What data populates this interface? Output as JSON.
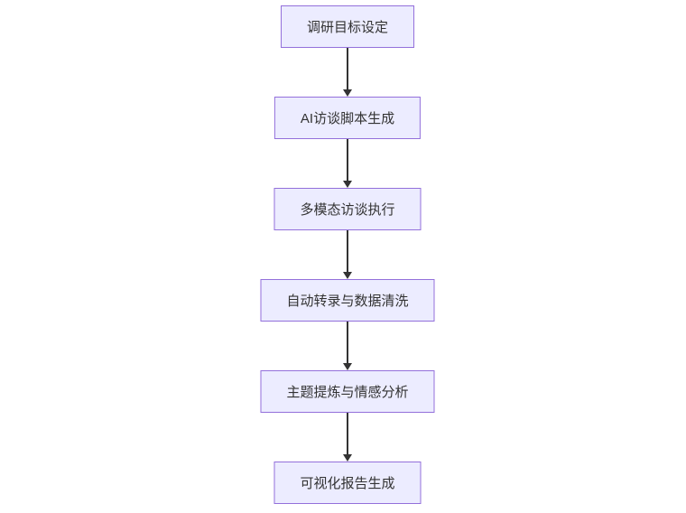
{
  "diagram": {
    "type": "flowchart",
    "direction": "top-down",
    "nodes": [
      {
        "id": "step-1",
        "label": "调研目标设定"
      },
      {
        "id": "step-2",
        "label": "AI访谈脚本生成"
      },
      {
        "id": "step-3",
        "label": "多模态访谈执行"
      },
      {
        "id": "step-4",
        "label": "自动转录与数据清洗"
      },
      {
        "id": "step-5",
        "label": "主题提炼与情感分析"
      },
      {
        "id": "step-6",
        "label": "可视化报告生成"
      }
    ],
    "edges": [
      {
        "from": "step-1",
        "to": "step-2"
      },
      {
        "from": "step-2",
        "to": "step-3"
      },
      {
        "from": "step-3",
        "to": "step-4"
      },
      {
        "from": "step-4",
        "to": "step-5"
      },
      {
        "from": "step-5",
        "to": "step-6"
      }
    ],
    "colors": {
      "background": "#FFFFFF",
      "node_fill": "#ECECFF",
      "node_border": "#9370DB",
      "text": "#333333",
      "arrow": "#333333"
    }
  }
}
